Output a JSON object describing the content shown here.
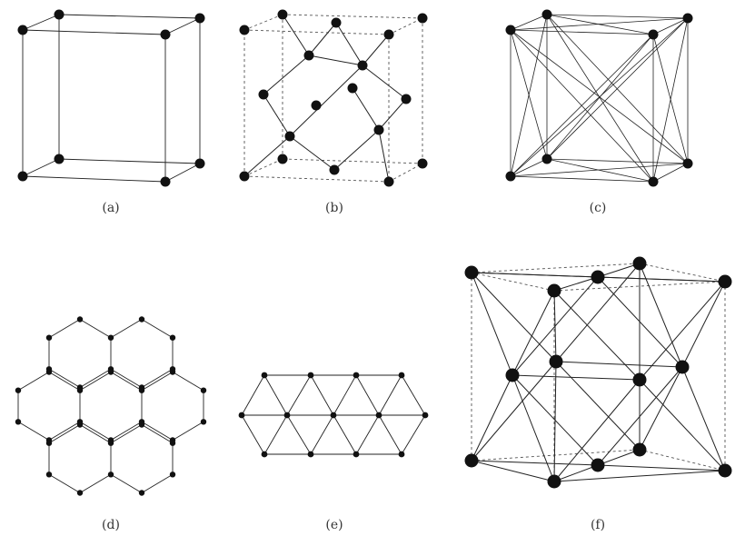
{
  "panels": [
    {
      "id": "a",
      "caption": "(a)"
    },
    {
      "id": "b",
      "caption": "(b)"
    },
    {
      "id": "c",
      "caption": "(c)"
    },
    {
      "id": "d",
      "caption": "(d)"
    },
    {
      "id": "e",
      "caption": "(e)"
    },
    {
      "id": "f",
      "caption": "(f)"
    }
  ],
  "colors": {
    "node": "#111111",
    "edge": "#222222",
    "dashed": "#555555"
  }
}
